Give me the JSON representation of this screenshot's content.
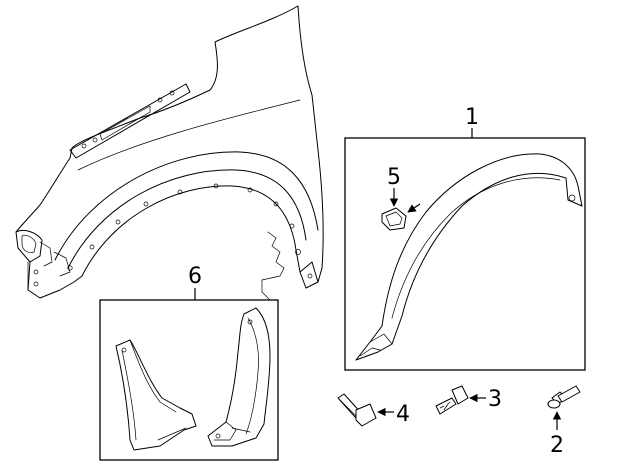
{
  "diagram": {
    "callouts": [
      {
        "id": "c1",
        "label": "1"
      },
      {
        "id": "c2",
        "label": "2"
      },
      {
        "id": "c3",
        "label": "3"
      },
      {
        "id": "c4",
        "label": "4"
      },
      {
        "id": "c5",
        "label": "5"
      },
      {
        "id": "c6",
        "label": "6"
      }
    ],
    "parts": [
      {
        "icon": "fender-panel-icon"
      },
      {
        "icon": "wheel-arch-molding-icon"
      },
      {
        "icon": "molding-bolt-icon"
      },
      {
        "icon": "molding-screw-icon"
      },
      {
        "icon": "push-pin-clip-icon"
      },
      {
        "icon": "molding-clip-icon"
      },
      {
        "icon": "mud-flap-pair-icon"
      }
    ]
  }
}
